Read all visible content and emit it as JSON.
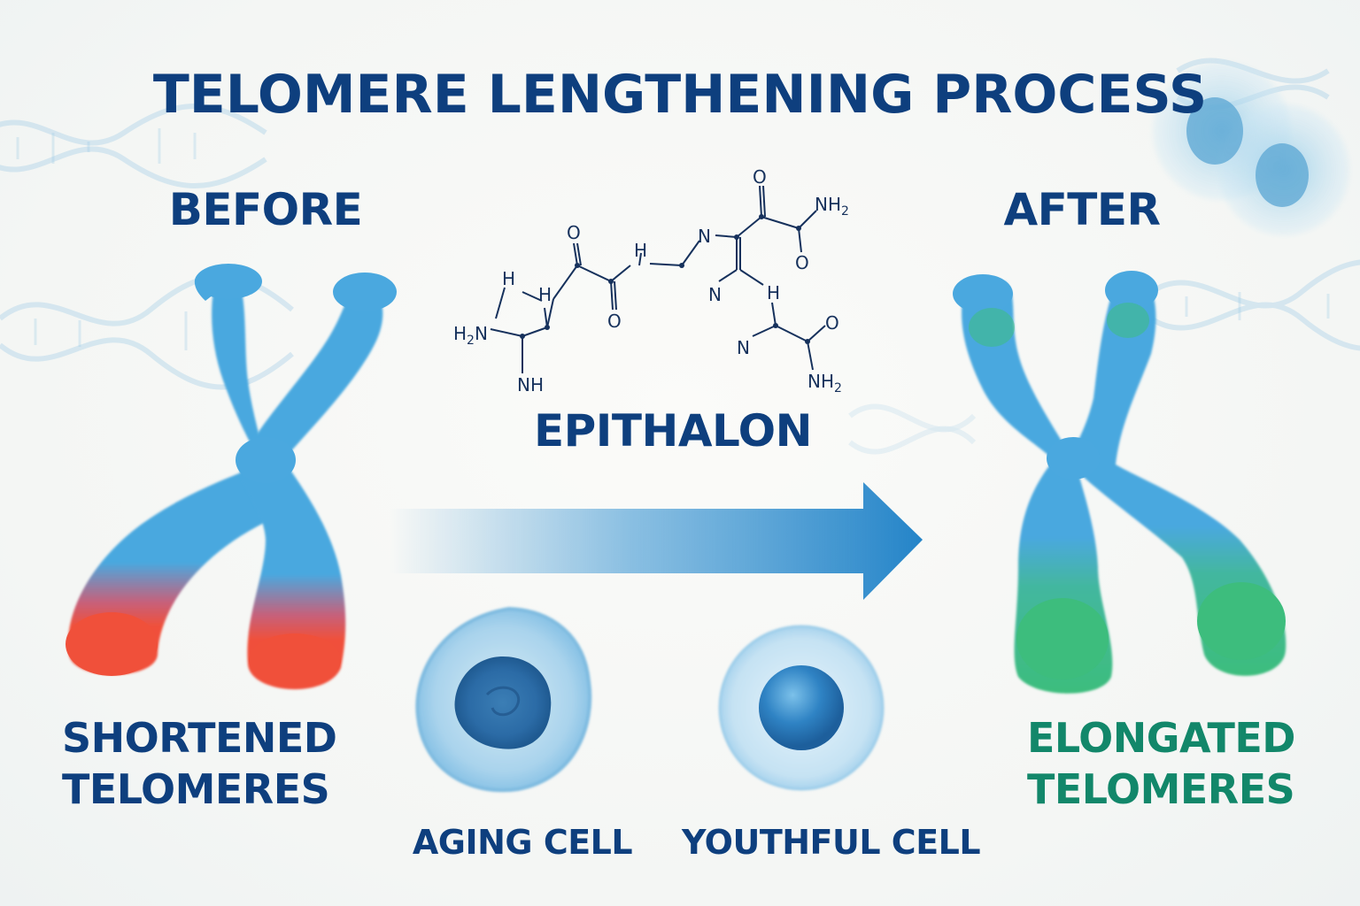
{
  "title": "TELOMERE LENGTHENING PROCESS",
  "before": {
    "heading": "BEFORE",
    "caption_line1": "SHORTENED",
    "caption_line2": "TELOMERES",
    "telomere_color": "#f0503a"
  },
  "after": {
    "heading": "AFTER",
    "caption_line1": "ELONGATED",
    "caption_line2": "TELOMERES",
    "telomere_color": "#3dbd7d"
  },
  "molecule": {
    "name": "EPITHALON",
    "atoms": {
      "o1": "O",
      "o2": "O",
      "o3": "O",
      "o4": "O",
      "o5": "O",
      "h1": "H",
      "h2": "H",
      "h3": "H",
      "h4": "H",
      "n_mid": "N",
      "nh": "NH",
      "nz1": "N",
      "nz2": "N",
      "h2n_main": "H",
      "h2n_sub": "2",
      "h2n_n": "N",
      "nh2a_main": "NH",
      "nh2a_sub": "2",
      "nh2b_main": "NH",
      "nh2b_sub": "2"
    }
  },
  "cells": {
    "aging": "AGING CELL",
    "youthful": "YOUTHFUL CELL"
  },
  "colors": {
    "chromosome": "#4aa8df",
    "title": "#0e3f7e",
    "elongated_text": "#12876a",
    "arrow": "#2f8fd0"
  }
}
